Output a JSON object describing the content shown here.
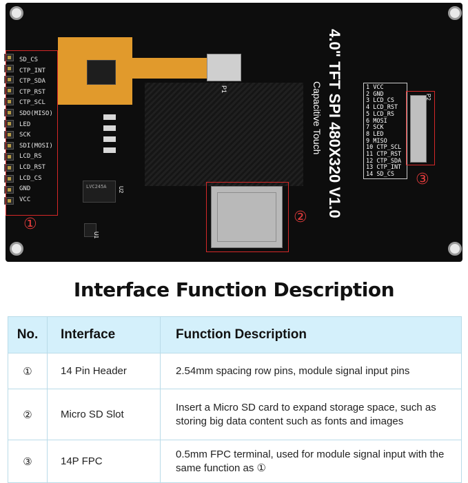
{
  "board": {
    "title": "4.0\" TFT SPI 480X320 V1.0",
    "subtitle": "Capacitive Touch",
    "pin_labels": [
      "SD_CS",
      "CTP_INT",
      "CTP_SDA",
      "CTP_RST",
      "CTP_SCL",
      "SDO(MISO)",
      "LED",
      "SCK",
      "SDI(MOSI)",
      "LCD_RS",
      "LCD_RST",
      "LCD_CS",
      "GND",
      "VCC"
    ],
    "fpc_pins": [
      "1  VCC",
      "2  GND",
      "3  LCD_CS",
      "4  LCD_RST",
      "5  LCD_RS",
      "6  MOSI",
      "7  SCK",
      "8  LED",
      "9  MISO",
      "10 CTP_SCL",
      "11 CTP_RST",
      "12 CTP_SDA",
      "13 CTP_INT",
      "14 SD_CS"
    ],
    "markers": [
      "①",
      "②",
      "③"
    ],
    "p1_label": "P1",
    "p2_label": "P2",
    "u1_label": "U1",
    "u2_label": "U2",
    "chip_label": "LVC245A"
  },
  "heading": "Interface Function Description",
  "table": {
    "headers": [
      "No.",
      "Interface",
      "Function Description"
    ],
    "rows": [
      {
        "no": "①",
        "interface": "14 Pin Header",
        "description": "2.54mm spacing row pins, module signal input pins"
      },
      {
        "no": "②",
        "interface": "Micro SD Slot",
        "description": "Insert a Micro SD card to expand storage space, such as storing big data content such as fonts and images"
      },
      {
        "no": "③",
        "interface": "14P FPC",
        "description": "0.5mm FPC terminal, used for module signal input with the same function as ①"
      }
    ]
  },
  "colors": {
    "accent_red": "#d62828",
    "header_blue": "#d4f0fb",
    "board": "#0d0d0d",
    "flex": "#e19a2c"
  }
}
